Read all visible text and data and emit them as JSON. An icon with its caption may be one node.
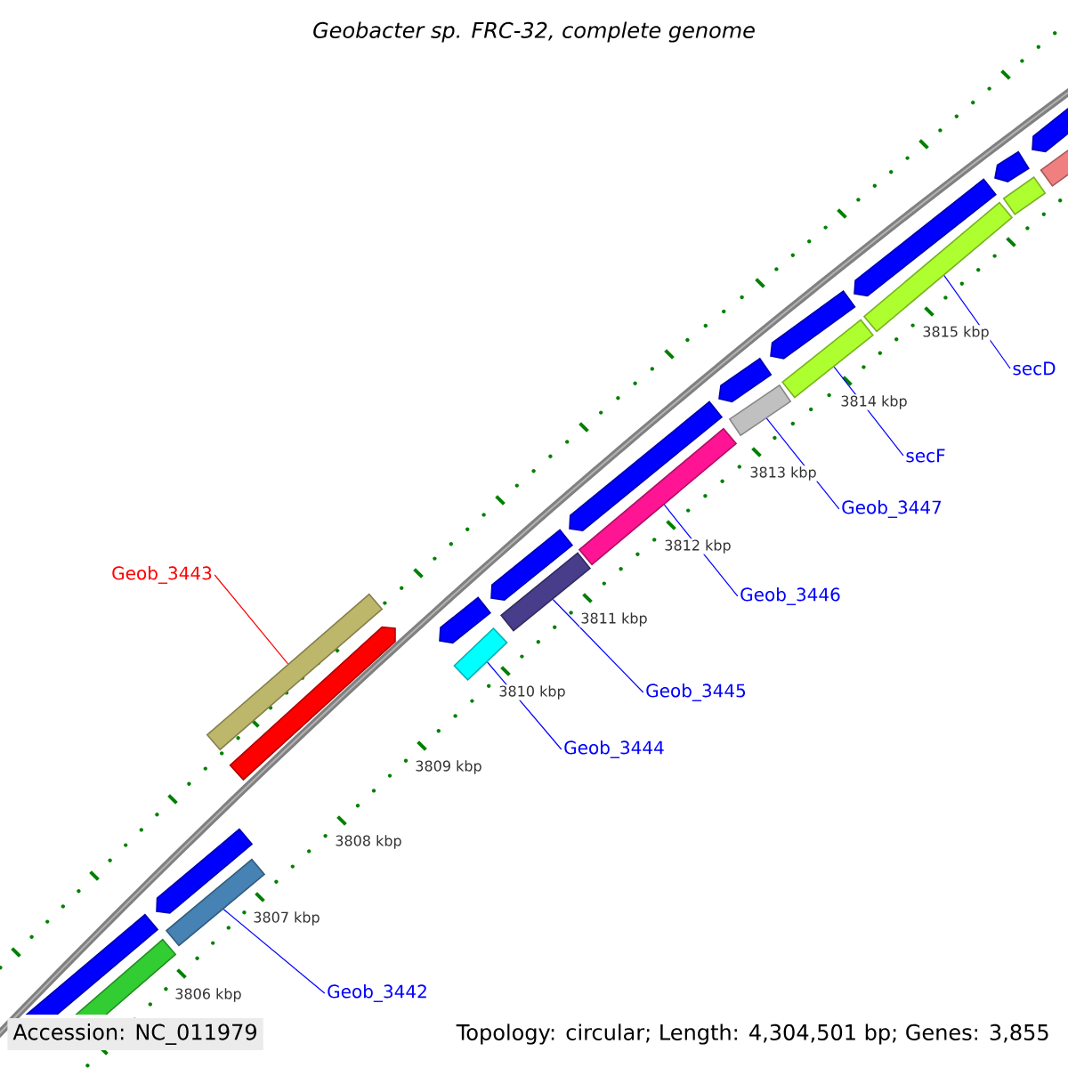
{
  "diagram": {
    "title": "Geobacter sp. FRC-32, complete genome",
    "nodes": [
      {
        "text": [
          "Geob_3442"
        ]
      },
      {
        "text": [
          "Geob_3443"
        ]
      },
      {
        "text": [
          "Geob_3444"
        ]
      },
      {
        "text": [
          "Geob_3445"
        ]
      },
      {
        "text": [
          "Geob_3446"
        ]
      },
      {
        "text": [
          "Geob_3447"
        ]
      },
      {
        "text": [
          "secF"
        ]
      },
      {
        "text": [
          "secD"
        ]
      },
      {
        "text": [],
        "shape": "bar"
      },
      {
        "text": [],
        "shape": "bar"
      },
      {
        "text": [],
        "shape": "bar"
      },
      {
        "text": [],
        "shape": "bar"
      },
      {
        "text": [],
        "shape": "bar"
      },
      {
        "text": [],
        "shape": "bar"
      },
      {
        "text": [],
        "shape": "bar"
      },
      {
        "text": [],
        "shape": "bar"
      },
      {
        "text": [],
        "shape": "bar"
      },
      {
        "text": [],
        "shape": "bar"
      },
      {
        "text": [],
        "shape": "bar"
      },
      {
        "text": [],
        "shape": "bar"
      },
      {
        "text": [],
        "shape": "bar"
      },
      {
        "text": [],
        "shape": "bar"
      },
      {
        "text": [],
        "shape": "bar"
      },
      {
        "text": [],
        "shape": "bar"
      },
      {
        "text": [],
        "shape": "bar"
      },
      {
        "text": [],
        "shape": "bar"
      },
      {
        "text": [],
        "shape": "bar"
      },
      {
        "text": [],
        "shape": "bar"
      },
      {
        "text": [],
        "shape": "bar"
      },
      {
        "text": [],
        "shape": "bar"
      }
    ],
    "edges": [
      {
        "from": 0,
        "to": 8,
        "arrow": "none"
      },
      {
        "from": 1,
        "to": 9,
        "arrow": "none",
        "color": "#ff0000"
      },
      {
        "from": 2,
        "to": 10,
        "arrow": "none"
      },
      {
        "from": 3,
        "to": 11,
        "arrow": "none"
      },
      {
        "from": 4,
        "to": 12,
        "arrow": "none"
      },
      {
        "from": 5,
        "to": 13,
        "arrow": "none"
      },
      {
        "from": 6,
        "to": 14,
        "arrow": "none"
      },
      {
        "from": 7,
        "to": 15,
        "arrow": "none"
      }
    ],
    "labels": [
      "3806 kbp",
      "3807 kbp",
      "3808 kbp",
      "3809 kbp",
      "3810 kbp",
      "3811 kbp",
      "3812 kbp",
      "3813 kbp",
      "3814 kbp",
      "3815 kbp",
      "Accession: NC_011979",
      "Topology: circular; Length: 4,304,501 bp; Genes: 3,855"
    ]
  }
}
